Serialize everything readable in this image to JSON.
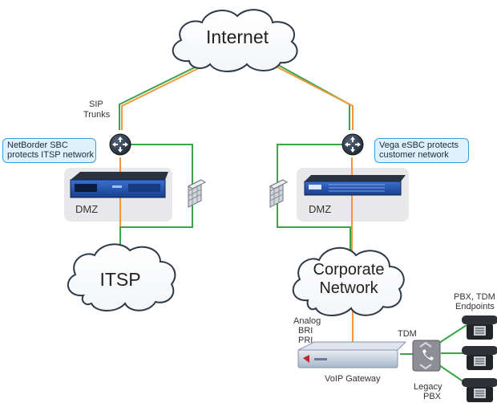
{
  "clouds": {
    "internet": "Internet",
    "itsp": "ITSP",
    "corporate_line1": "Corporate",
    "corporate_line2": "Network"
  },
  "labels": {
    "sip_line1": "SIP",
    "sip_line2": "Trunks",
    "dmz_left": "DMZ",
    "dmz_right": "DMZ",
    "analog": "Analog",
    "bri": "BRI",
    "pri": "PRI",
    "tdm": "TDM",
    "voip_gateway": "VoIP Gateway",
    "pbx_endpoints_line1": "PBX, TDM",
    "pbx_endpoints_line2": "Endpoints",
    "legacy_line1": "Legacy",
    "legacy_line2": "PBX"
  },
  "callouts": {
    "netborder_line1": "NetBorder SBC",
    "netborder_line2": "protects ITSP network",
    "vega_line1": "Vega eSBC protects",
    "vega_line2": "customer network"
  },
  "colors": {
    "orange_link": "#f0963c",
    "green_link": "#3aa64a",
    "router": "#2e3a48",
    "callout_border": "#3a9fd8",
    "callout_fill": "#dff1fb",
    "device_blue": "#1f4fa8"
  }
}
